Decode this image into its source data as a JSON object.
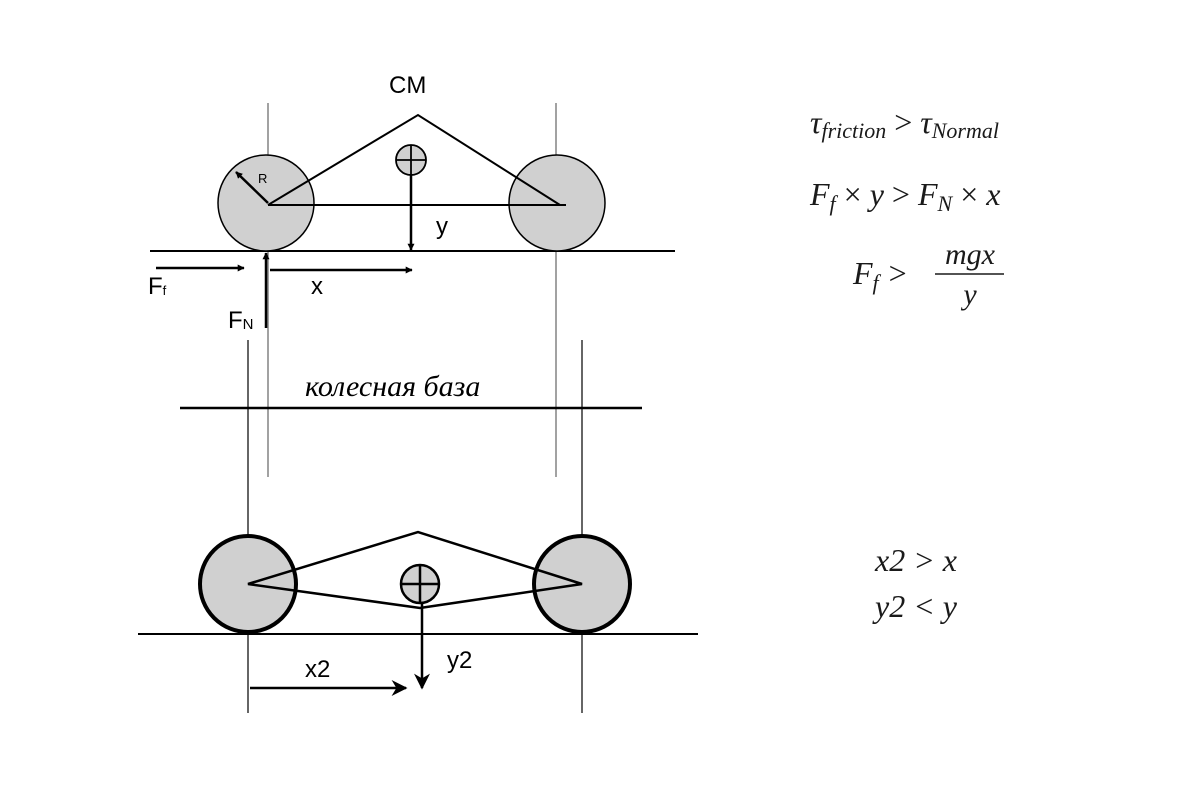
{
  "top_diagram": {
    "cm_label": "CM",
    "radius_label": "R",
    "y_label": "y",
    "x_label": "x",
    "ff_label_main": "F",
    "ff_label_sub": "f",
    "fn_label_main": "F",
    "fn_label_sub": "N"
  },
  "wheelbase_label": "колесная база",
  "bottom_diagram": {
    "x2_label": "x2",
    "y2_label": "y2"
  },
  "equations_top": {
    "eq1": {
      "lhs_symbol": "τ",
      "lhs_sub": "friction",
      "op": ">",
      "rhs_symbol": "τ",
      "rhs_sub": "Normal"
    },
    "eq2": {
      "a": "F",
      "a_sub": "f",
      "times1": "×",
      "b": "y",
      "op": ">",
      "c": "F",
      "c_sub": "N",
      "times2": "×",
      "d": "x"
    },
    "eq3": {
      "lhs": "F",
      "lhs_sub": "f",
      "op": ">",
      "numerator": "mgx",
      "denominator": "y"
    }
  },
  "equations_bottom": {
    "line1": "x2 > x",
    "line2": "y2 < y"
  },
  "colors": {
    "wheel_fill": "#d0d0d0",
    "ink": "#000000",
    "guide": "#333333",
    "equation_ink": "#1a1a1a"
  }
}
